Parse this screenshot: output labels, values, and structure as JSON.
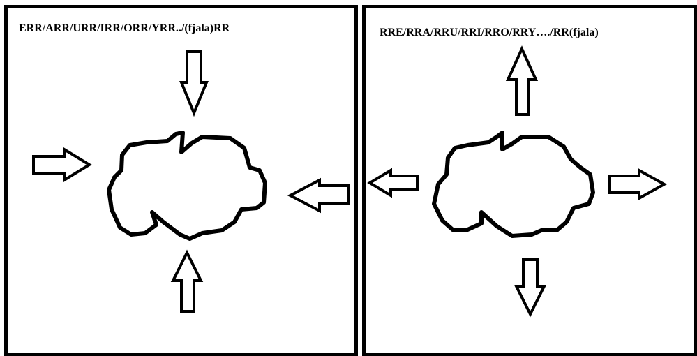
{
  "panels": {
    "left": {
      "title": "ERR/ARR/URR/IRR/ORR/YRR../(fjala)RR",
      "arrow_direction": "inward",
      "arrows": [
        "down-arrow",
        "right-arrow",
        "left-arrow",
        "up-arrow"
      ]
    },
    "right": {
      "title": "RRE/RRA/RRU/RRI/RRO/RRY…./RR(fjala)",
      "arrow_direction": "outward",
      "arrows": [
        "up-arrow",
        "left-arrow",
        "right-arrow",
        "down-arrow"
      ]
    }
  },
  "colors": {
    "stroke": "#000000",
    "background": "#ffffff"
  }
}
